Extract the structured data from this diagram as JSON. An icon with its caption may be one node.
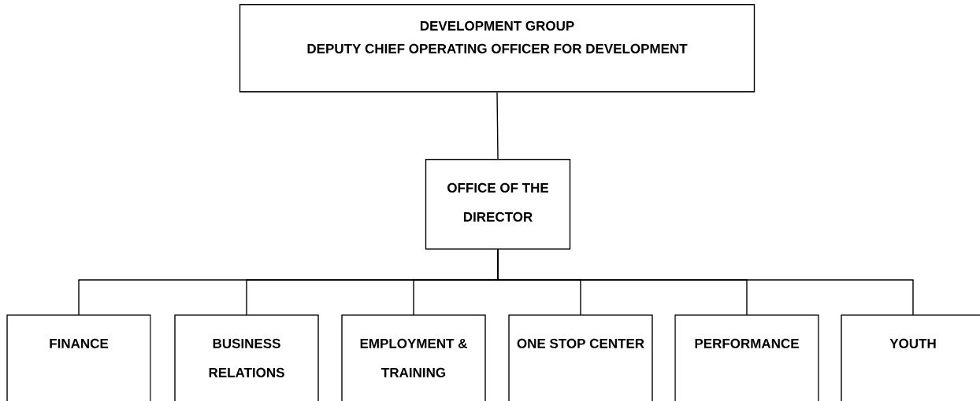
{
  "diagram": {
    "nodes": [
      {
        "text": [
          "DEVELOPMENT GROUP",
          "DEPUTY CHIEF OPERATING OFFICER FOR DEVELOPMENT"
        ]
      },
      {
        "text": [
          "OFFICE OF THE DIRECTOR"
        ]
      },
      {
        "text": [
          "FINANCE"
        ]
      },
      {
        "text": [
          "BUSINESS RELATIONS"
        ]
      },
      {
        "text": [
          "EMPLOYMENT & TRAINING"
        ]
      },
      {
        "text": [
          "ONE STOP CENTER"
        ]
      },
      {
        "text": [
          "PERFORMANCE"
        ]
      },
      {
        "text": [
          "YOUTH"
        ]
      }
    ],
    "edges": [
      {
        "from": 0,
        "to": 1,
        "arrow": "none"
      },
      {
        "from": 1,
        "to": 2,
        "arrow": "none"
      },
      {
        "from": 1,
        "to": 3,
        "arrow": "none"
      },
      {
        "from": 1,
        "to": 4,
        "arrow": "none"
      },
      {
        "from": 1,
        "to": 5,
        "arrow": "none"
      },
      {
        "from": 1,
        "to": 6,
        "arrow": "none"
      },
      {
        "from": 1,
        "to": 7,
        "arrow": "none"
      }
    ]
  }
}
